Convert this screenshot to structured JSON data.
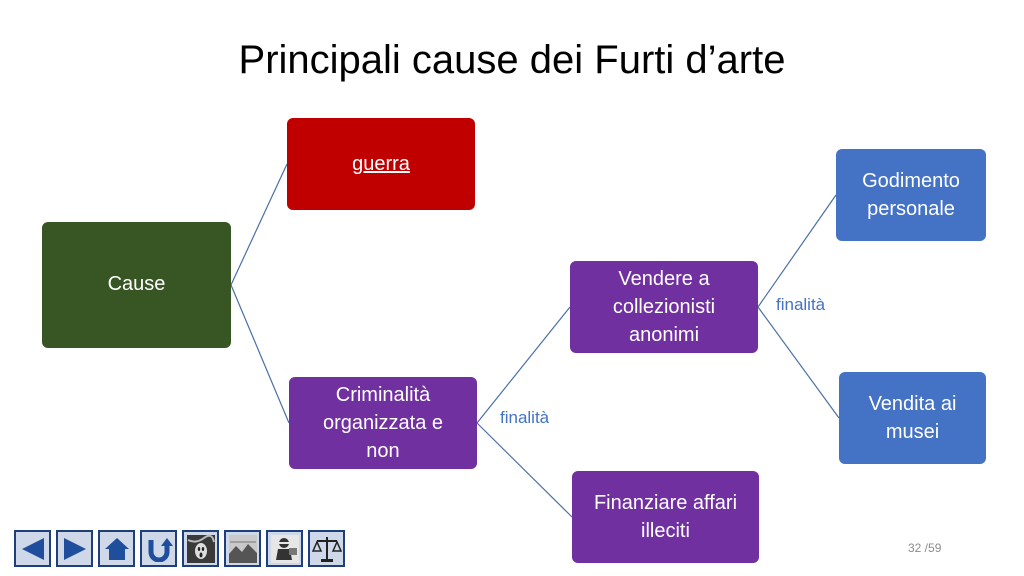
{
  "title": "Principali cause dei Furti d’arte",
  "nodes": {
    "cause": "Cause",
    "guerra": "guerra",
    "criminalita": "Criminalità\norganizzata e\nnon",
    "vendere": "Vendere a\ncollezionisti\nanonimi",
    "finanziare": "Finanziare affari\nilleciti",
    "godimento": "Godimento\npersonale",
    "vendita_musei": "Vendita ai\nmusei"
  },
  "edge_labels": {
    "finalita_1": "finalità",
    "finalita_2": "finalità"
  },
  "nav": [
    {
      "icon": "arrow-left-icon"
    },
    {
      "icon": "arrow-right-icon"
    },
    {
      "icon": "home-icon"
    },
    {
      "icon": "return-icon"
    },
    {
      "icon": "scream-painting-icon"
    },
    {
      "icon": "landscape-painting-icon"
    },
    {
      "icon": "thief-icon"
    },
    {
      "icon": "scales-of-justice-icon"
    }
  ],
  "page_number": "32 /59",
  "colors": {
    "red": "#c00000",
    "green": "#375623",
    "purple": "#7030a0",
    "blue": "#4472c4",
    "connector": "#4a6fa5"
  }
}
